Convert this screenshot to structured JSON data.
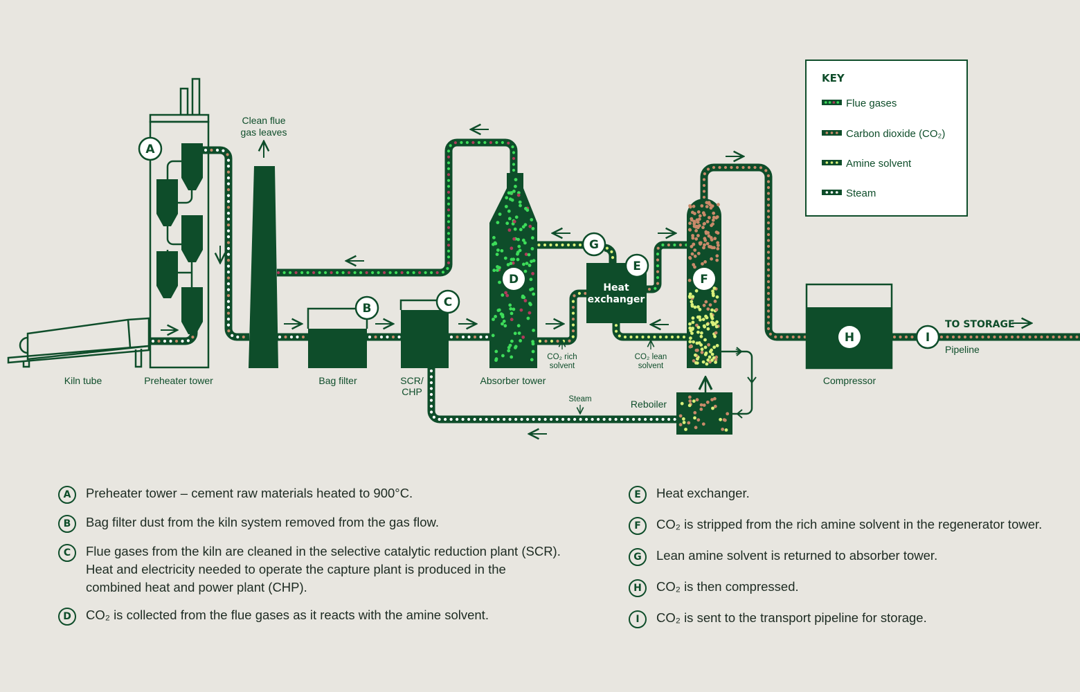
{
  "colors": {
    "background": "#e8e6e0",
    "dark_green": "#0e4d2a",
    "flue_gas_dot": "#3ddc5a",
    "flue_gas_dot_alt": "#b03a5b",
    "co2_dot": "#c98a6a",
    "amine_dot": "#d9f07a",
    "steam_dot": "#ffffff"
  },
  "key": {
    "title": "KEY",
    "items": [
      {
        "id": "flue",
        "label": "Flue gases"
      },
      {
        "id": "co2",
        "label": "Carbon dioxide (CO₂)"
      },
      {
        "id": "amine",
        "label": "Amine solvent"
      },
      {
        "id": "steam",
        "label": "Steam"
      }
    ]
  },
  "components": {
    "kiln": "Kiln tube",
    "preheater": "Preheater tower",
    "clean_flue_line1": "Clean flue",
    "clean_flue_line2": "gas leaves",
    "bag_filter": "Bag filter",
    "scr_line1": "SCR/",
    "scr_line2": "CHP",
    "absorber": "Absorber tower",
    "heat_exchanger_line1": "Heat",
    "heat_exchanger_line2": "exchanger",
    "co2_rich_line1": "CO₂ rich",
    "co2_rich_line2": "solvent",
    "co2_lean_line1": "CO₂ lean",
    "co2_lean_line2": "solvent",
    "steam": "Steam",
    "reboiler": "Reboiler",
    "compressor": "Compressor",
    "to_storage": "TO STORAGE",
    "pipeline": "Pipeline"
  },
  "badges": {
    "A": "A",
    "B": "B",
    "C": "C",
    "D": "D",
    "E": "E",
    "F": "F",
    "G": "G",
    "H": "H",
    "I": "I"
  },
  "legend_left": [
    {
      "badge": "A",
      "text": "Preheater tower – cement raw materials heated to 900°C."
    },
    {
      "badge": "B",
      "text": "Bag filter dust from the kiln system removed from the gas flow."
    },
    {
      "badge": "C",
      "text": "Flue gases from the kiln are cleaned in the selective catalytic reduction plant (SCR). Heat and electricity needed to operate the capture plant is produced in the combined heat and power plant (CHP)."
    },
    {
      "badge": "D",
      "text": "CO₂ is collected from the flue gases as it reacts with the amine solvent."
    }
  ],
  "legend_right": [
    {
      "badge": "E",
      "text": "Heat exchanger."
    },
    {
      "badge": "F",
      "text": "CO₂ is stripped from the rich amine solvent in the regenerator tower."
    },
    {
      "badge": "G",
      "text": "Lean amine solvent is returned to absorber tower."
    },
    {
      "badge": "H",
      "text": "CO₂ is then compressed."
    },
    {
      "badge": "I",
      "text": "CO₂ is sent to the transport pipeline for storage."
    }
  ]
}
